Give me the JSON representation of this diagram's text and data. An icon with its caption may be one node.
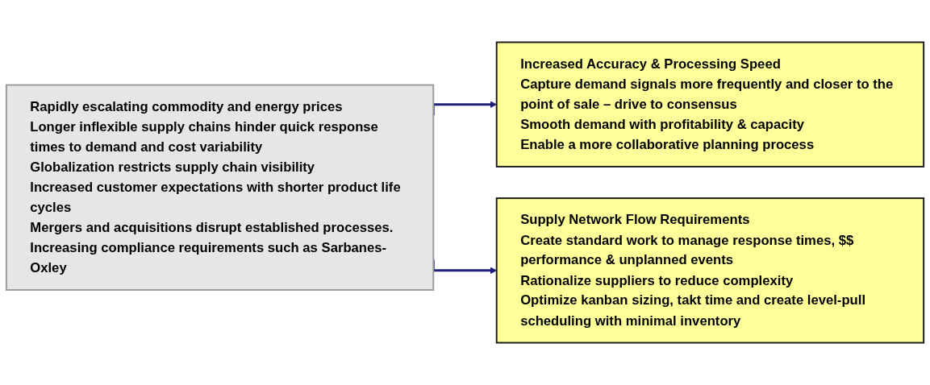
{
  "diagram": {
    "nodes": [
      {
        "text": [
          "Rapidly escalating commodity and energy prices",
          "Longer inflexible supply chains hinder quick response times to demand and cost variability",
          "Globalization restricts supply chain visibility",
          "Increased customer expectations with shorter product life cycles",
          "Mergers and acquisitions disrupt established processes.",
          "Increasing compliance requirements such as Sarbanes-Oxley"
        ]
      },
      {
        "text": [
          "Increased Accuracy & Processing Speed",
          "Capture demand signals more frequently and closer to the point of sale – drive to consensus",
          "Smooth demand with profitability & capacity",
          "Enable a more collaborative planning process"
        ]
      },
      {
        "text": [
          "Supply Network Flow Requirements",
          "Create standard work to manage response times, $$ performance & unplanned events",
          "Rationalize suppliers to reduce complexity",
          "Optimize kanban sizing, takt time and create level-pull scheduling with minimal inventory"
        ]
      }
    ],
    "edges": [
      {
        "from": 0,
        "to": 1,
        "arrow": "to"
      },
      {
        "from": 0,
        "to": 2,
        "arrow": "to"
      }
    ]
  }
}
